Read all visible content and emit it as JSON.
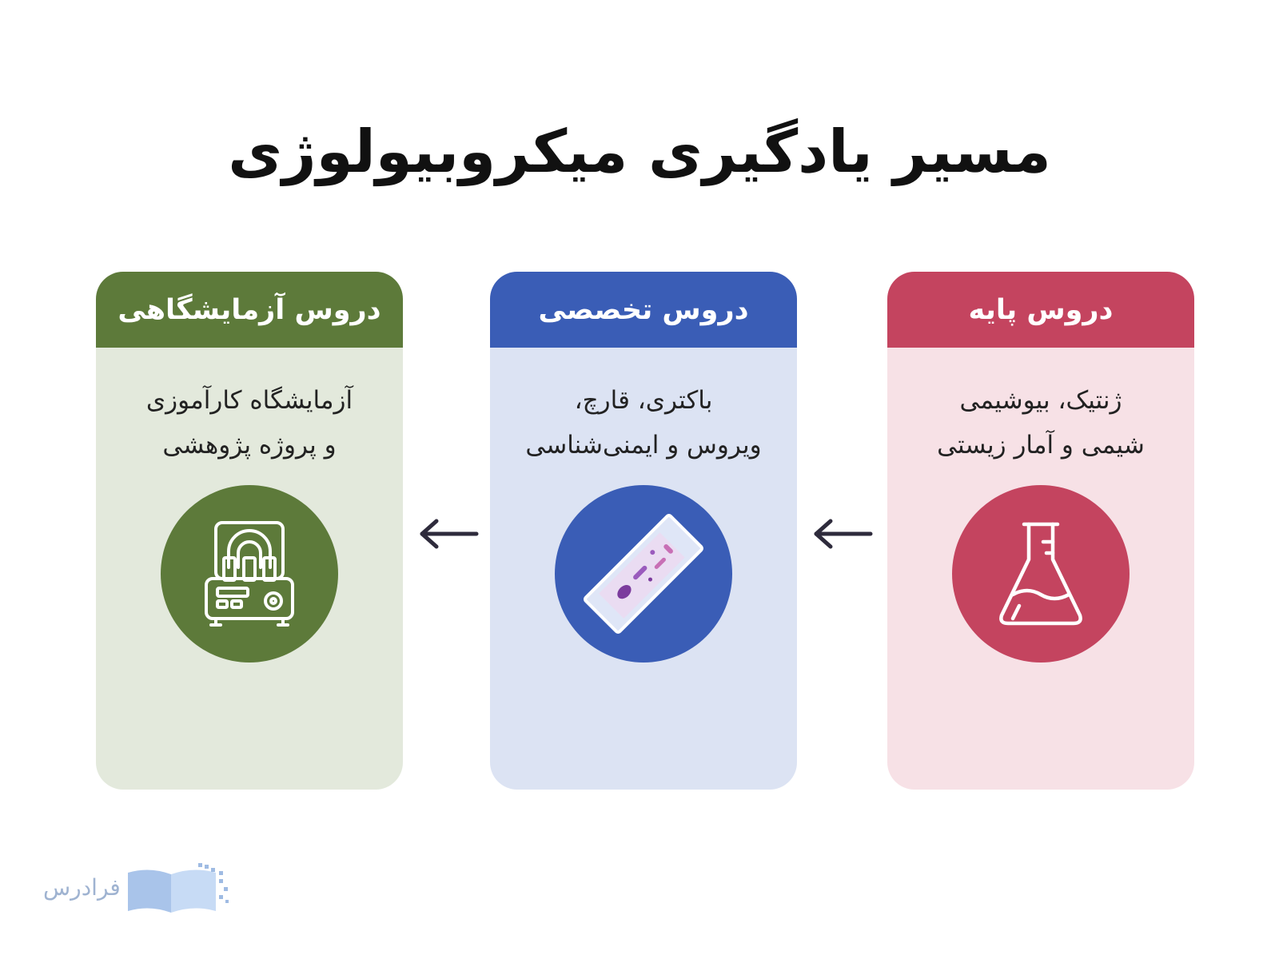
{
  "title": "مسیر یادگیری میکروبیولوژی",
  "brand": {
    "name": "فرادرس"
  },
  "steps": [
    {
      "header": "دروس پایه",
      "lines": [
        "ژنتیک، بیوشیمی",
        "شیمی و آمار زیستی"
      ],
      "icon": "flask-icon",
      "colors": {
        "header": "#c4445f",
        "body": "#f7e1e6",
        "circle": "#c4445f"
      }
    },
    {
      "header": "دروس تخصصی",
      "lines": [
        "باکتری، قارچ،",
        "ویروس و ایمنی‌شناسی"
      ],
      "icon": "microscope-slide-icon",
      "colors": {
        "header": "#3a5db6",
        "body": "#dce3f3",
        "circle": "#3a5db6"
      }
    },
    {
      "header": "دروس آزمایشگاهی",
      "lines": [
        "آزمایشگاه کارآموزی",
        "و پروژه پژوهشی"
      ],
      "icon": "centrifuge-icon",
      "colors": {
        "header": "#5d7a3a",
        "body": "#e3e9dc",
        "circle": "#5d7a3a"
      }
    }
  ]
}
